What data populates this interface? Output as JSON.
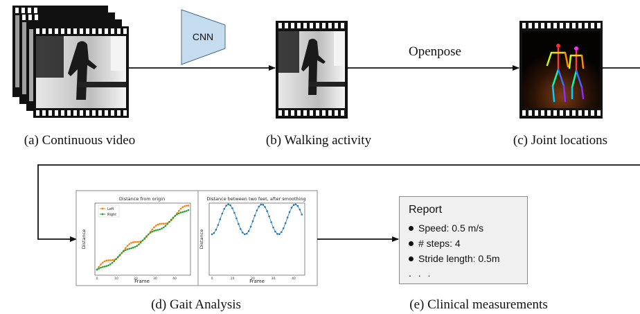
{
  "captions": {
    "a": "(a) Continuous video",
    "b": "(b) Walking activity",
    "c": "(c) Joint locations",
    "d": "(d) Gait Analysis",
    "e": "(e) Clinical measurements"
  },
  "labels": {
    "cnn": "CNN",
    "openpose": "Openpose"
  },
  "gait_plots": {
    "left_title": "Distance from origin",
    "left_xlabel": "Frame",
    "left_ylabel": "Distance",
    "legend": [
      "Left",
      "Right"
    ],
    "right_title": "Distance between two feet, after smoothing",
    "right_xlabel": "Frame",
    "right_ylabel": "Distance",
    "left_xticks": [
      "0",
      "10",
      "20",
      "30",
      "40"
    ],
    "right_xticks": [
      "0",
      "10",
      "20",
      "30",
      "40"
    ],
    "colors": {
      "left": "#ff7f0e",
      "right": "#2ca02c",
      "single": "#1f77b4"
    }
  },
  "report": {
    "title": "Report",
    "items": [
      "Speed: 0.5 m/s",
      "# steps: 4",
      "Stride length: 0.5m"
    ],
    "ellipsis": ". . ."
  }
}
